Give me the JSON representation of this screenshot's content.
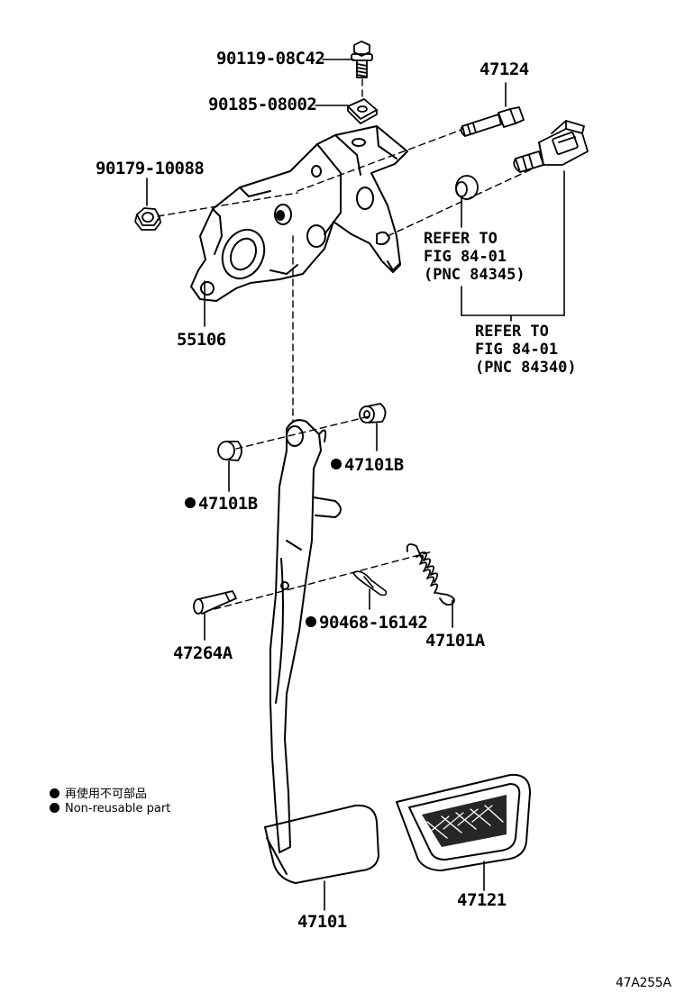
{
  "parts": {
    "bolt": "90119-08C42",
    "nut_plate": "90185-08002",
    "flange_nut": "90179-10088",
    "stop_light_pin": "47124",
    "bracket": "55106",
    "bushing_right": "47101B",
    "bushing_left": "47101B",
    "clip": "90468-16142",
    "spring": "47101A",
    "pedal_pin": "47264A",
    "brake_pedal": "47101",
    "pedal_pad": "47121"
  },
  "references": {
    "ref_84345": "REFER TO\nFIG 84-01\n(PNC 84345)",
    "ref_84340": "REFER TO\nFIG 84-01\n(PNC 84340)"
  },
  "legend": {
    "jp": "再使用不可部品",
    "en": "Non-reusable part"
  },
  "illustration_code": "47A255A"
}
